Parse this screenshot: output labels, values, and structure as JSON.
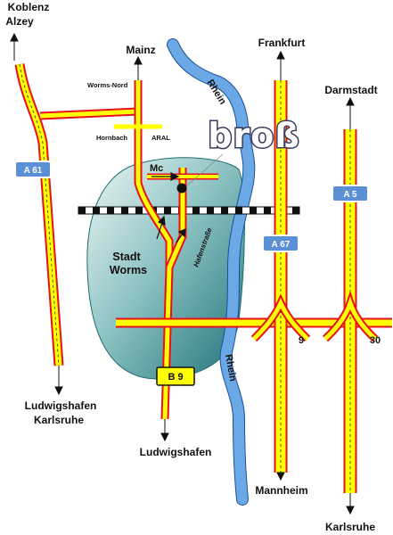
{
  "labels": {
    "koblenz": "Koblenz",
    "alzey": "Alzey",
    "mainz": "Mainz",
    "worms_nord": "Worms-Nord",
    "hornbach": "Hornbach",
    "aral": "ARAL",
    "frankfurt": "Frankfurt",
    "darmstadt": "Darmstadt",
    "rhein_top": "Rhein",
    "rhein_bottom": "Rhein",
    "stadt": "Stadt",
    "worms": "Worms",
    "hafenstrasse": "Hafenstraße",
    "ludwigshafen_left": "Ludwigshafen",
    "karlsruhe_left": "Karlsruhe",
    "ludwigshafen_mid": "Ludwigshafen",
    "mannheim": "Mannheim",
    "karlsruhe_right": "Karlsruhe",
    "mc": "Mc"
  },
  "shields": {
    "a61": "A 61",
    "a67": "A 67",
    "a5": "A 5",
    "b9": "B 9"
  },
  "exits": {
    "a67": "9",
    "a5": "30"
  },
  "logo": "broß",
  "colors": {
    "road_fill": "#ffff00",
    "road_edge": "#e8101c",
    "river": "#6aa9e6",
    "shield": "#5b8fd6",
    "city_dark": "#2f8a8e",
    "city_light": "#e6f2f0"
  }
}
